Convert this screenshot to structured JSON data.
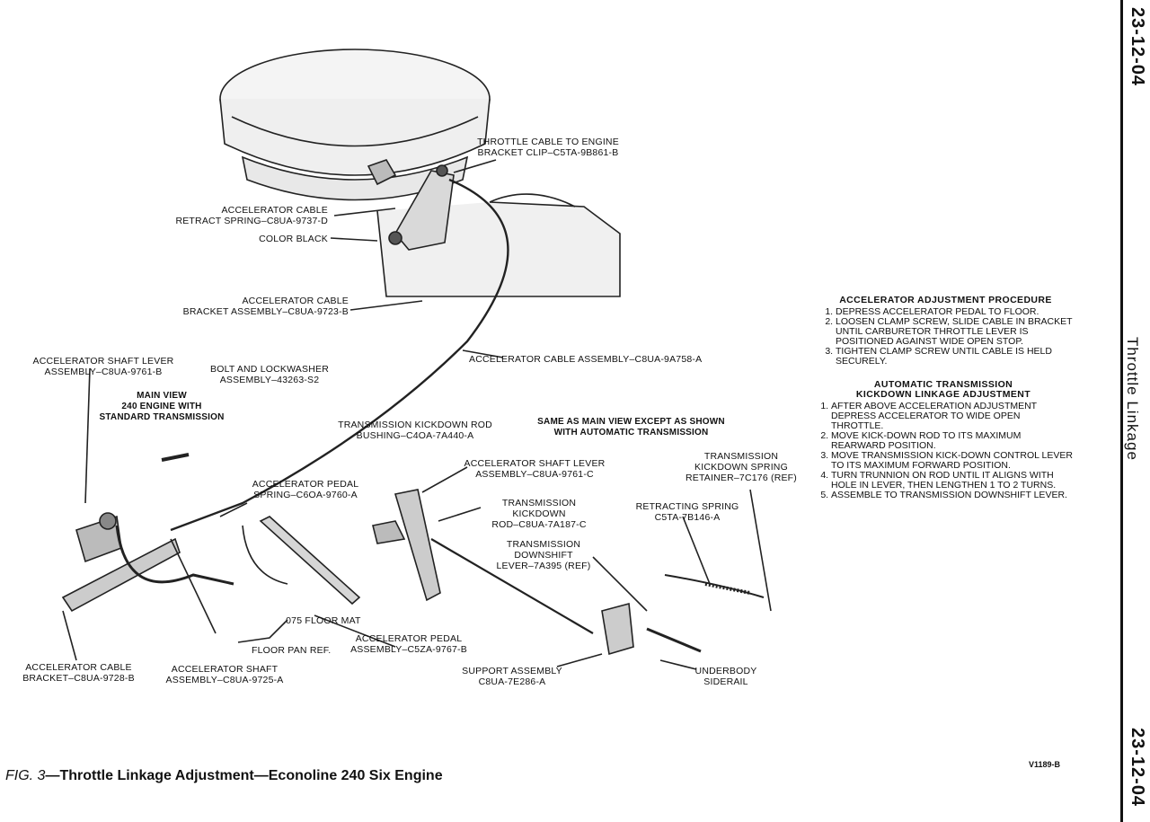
{
  "labels": {
    "throttle_clip": "Throttle cable to engine\nbracket clip–C5TA-9B861-B",
    "retract_spring": "Accelerator cable\nretract spring–C8UA-9737-D",
    "color_black": "Color black",
    "cable_bracket_assy": "Accelerator cable\nbracket assembly–C8UA-9723-B",
    "cable_assy": "Accelerator cable assembly–C8UA-9A758-A",
    "shaft_lever_assy": "Accelerator shaft lever\nassembly–C8UA-9761-B",
    "bolt_lockwasher": "Bolt and lockwasher\nassembly–43263-S2",
    "main_view": "Main view\n240 engine with\nstandard transmission",
    "kickdown_bushing": "Transmission kickdown rod\nbushing–C4OA-7A440-A",
    "same_as_main": "Same as main view except as shown\nwith automatic transmission",
    "shaft_lever_c": "Accelerator shaft lever\nassembly–C8UA-9761-C",
    "pedal_spring": "Accelerator pedal\nspring–C6OA-9760-A",
    "kickdown_spring_retainer": "Transmission\nkickdown spring\nretainer–7C176 (REF)",
    "kickdown_rod": "Transmission kickdown\nrod–C8UA-7A187-C",
    "retracting_spring": "Retracting spring\nC5TA-7B146-A",
    "downshift_lever": "Transmission downshift\nlever–7A395 (REF)",
    "floor_mat": ".075 floor mat",
    "floor_pan": "Floor pan ref.",
    "pedal_assy": "Accelerator pedal\nassembly–C5ZA-9767-B",
    "cable_bracket": "Accelerator cable\nbracket–C8UA-9728-B",
    "shaft_assy": "Accelerator shaft\nassembly–C8UA-9725-A",
    "support_assy": "Support assembly\nC8UA-7E286-A",
    "underbody": "Underbody\nsiderail"
  },
  "procedures": [
    {
      "title": "Accelerator adjustment procedure",
      "steps": [
        "Depress accelerator pedal to floor.",
        "Loosen clamp screw, slide cable in bracket until carburetor throttle lever is positioned against wide open stop.",
        "Tighten clamp screw until cable is held securely."
      ]
    },
    {
      "title": "Automatic transmission kickdown linkage adjustment",
      "steps": [
        "After above acceleration adjustment depress accelerator to wide open throttle.",
        "Move kick-down rod to its maximum rearward position.",
        "Move transmission kick-down control lever to its maximum forward position.",
        "Turn trunnion on rod until it aligns with hole in lever, then lengthen 1 to 2 turns.",
        "Assemble to transmission downshift lever."
      ]
    }
  ],
  "page": {
    "number_top": "23-12-04",
    "number_bottom": "23-12-04",
    "section_title": "Throttle  Linkage",
    "figure_label": "FIG. 3",
    "caption": "—Throttle Linkage Adjustment—Econoline 240 Six Engine",
    "illustration_code": "V1189-B"
  }
}
